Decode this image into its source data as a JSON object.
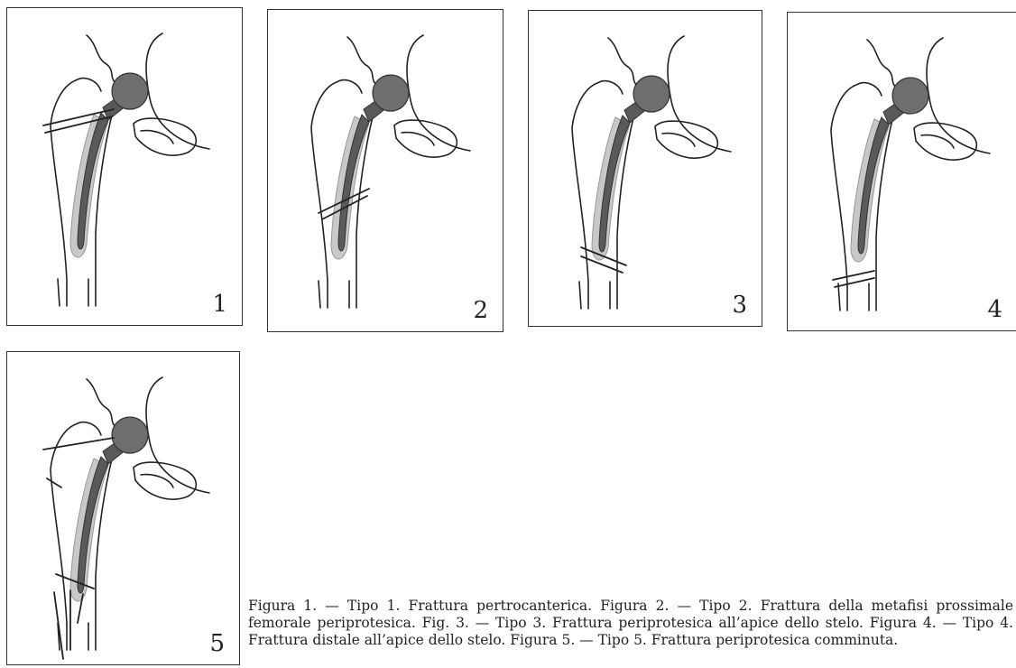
{
  "figures": [
    {
      "number": "1",
      "fracture": "pertrochanteric"
    },
    {
      "number": "2",
      "fracture": "proximal-metaphysis"
    },
    {
      "number": "3",
      "fracture": "stem-apex"
    },
    {
      "number": "4",
      "fracture": "distal-to-apex"
    },
    {
      "number": "5",
      "fracture": "comminuted"
    }
  ],
  "caption": "Figura 1. — Tipo 1. Frattura pertrocanterica. Figura 2. — Tipo 2. Frattura della metafisi prossimale femorale periprotesica. Fig. 3. — Tipo 3. Frattura periprotesica all’apice dello stelo. Figura 4. — Tipo 4. Frattura distale all’apice dello stelo. Figura 5. — Tipo 5. Frattura periprotesica comminuta.",
  "colors": {
    "bone_outline": "#222222",
    "stem": "#5a5a5a",
    "head": "#6e6e6e",
    "cement": "#c8c8c8"
  }
}
